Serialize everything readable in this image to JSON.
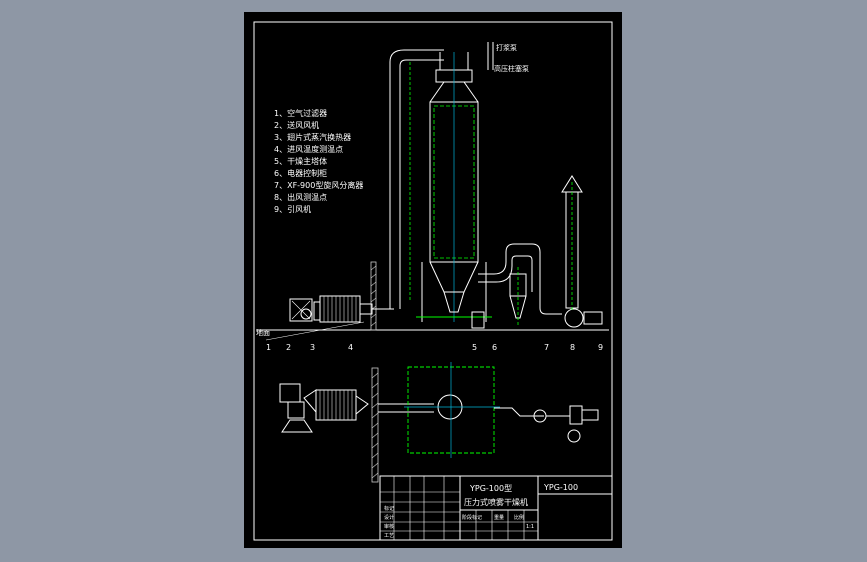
{
  "legend": {
    "items": [
      "1、空气过滤器",
      "2、送风风机",
      "3、翅片式蒸汽换热器",
      "4、进风温度测温点",
      "5、干燥主塔体",
      "6、电器控制柜",
      "7、XF-900型旋风分离器",
      "8、出风测温点",
      "9、引风机"
    ]
  },
  "callouts": {
    "top_right_1": "打浆泵",
    "top_right_2": "高压柱塞泵",
    "ground": "地面"
  },
  "part_numbers": [
    "1",
    "2",
    "3",
    "4",
    "5",
    "6",
    "7",
    "8",
    "9"
  ],
  "title_block": {
    "model": "YPG-100型",
    "name": "压力式喷雾干燥机",
    "drawing_no": "YPG-100",
    "scale": "1:1",
    "row_labels": [
      "设计",
      "审核",
      "工艺",
      "标记"
    ],
    "col_labels": [
      "阶段标记",
      "重量",
      "比例"
    ]
  },
  "colors": {
    "background": "#8e97a5",
    "sheet": "#000000",
    "line": "#ffffff",
    "equipment": "#00ff00",
    "centerline": "#00b4d8",
    "hatch": "#cccccc"
  }
}
